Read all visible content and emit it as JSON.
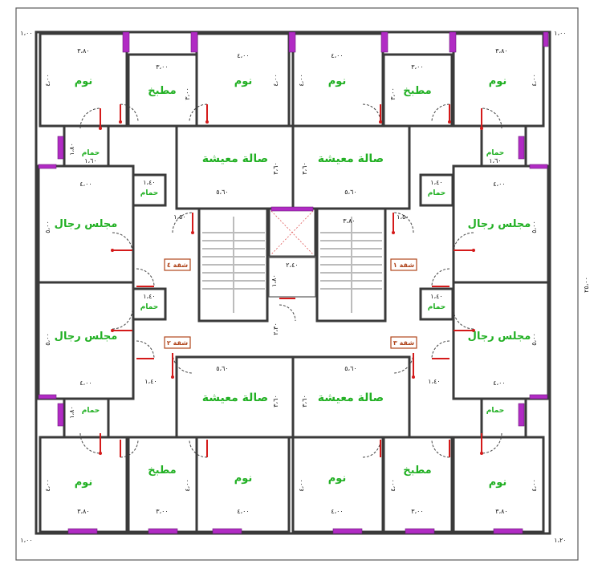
{
  "rooms": {
    "bedroom": "نوم",
    "kitchen": "مطبخ",
    "living": "صالة معيشة",
    "majlis": "مجلس رجال",
    "bath": "حمام"
  },
  "apartments": [
    "شقة ١",
    "شقة ٢",
    "شقة ٣",
    "شقة ٤"
  ],
  "dims": {
    "d_3_80": "٣،٨٠",
    "d_3_00": "٣،٠٠",
    "d_4_00": "٤،٠٠",
    "d_5_60": "٥،٦٠",
    "d_3_60": "٣،٦٠",
    "d_1_50": "١،٥٠",
    "d_1_40": "١،٤٠",
    "d_1_80": "١،٨٠",
    "d_1_60": "١،٦٠",
    "d_2_40": "٢،٤٠",
    "d_2_30": "٢،٣٠",
    "d_5_00": "٥،٠٠",
    "d_1_00": "١،٠٠",
    "d_25_00": "٢٥،٠٠",
    "d_1_20": "١،٢٠"
  }
}
